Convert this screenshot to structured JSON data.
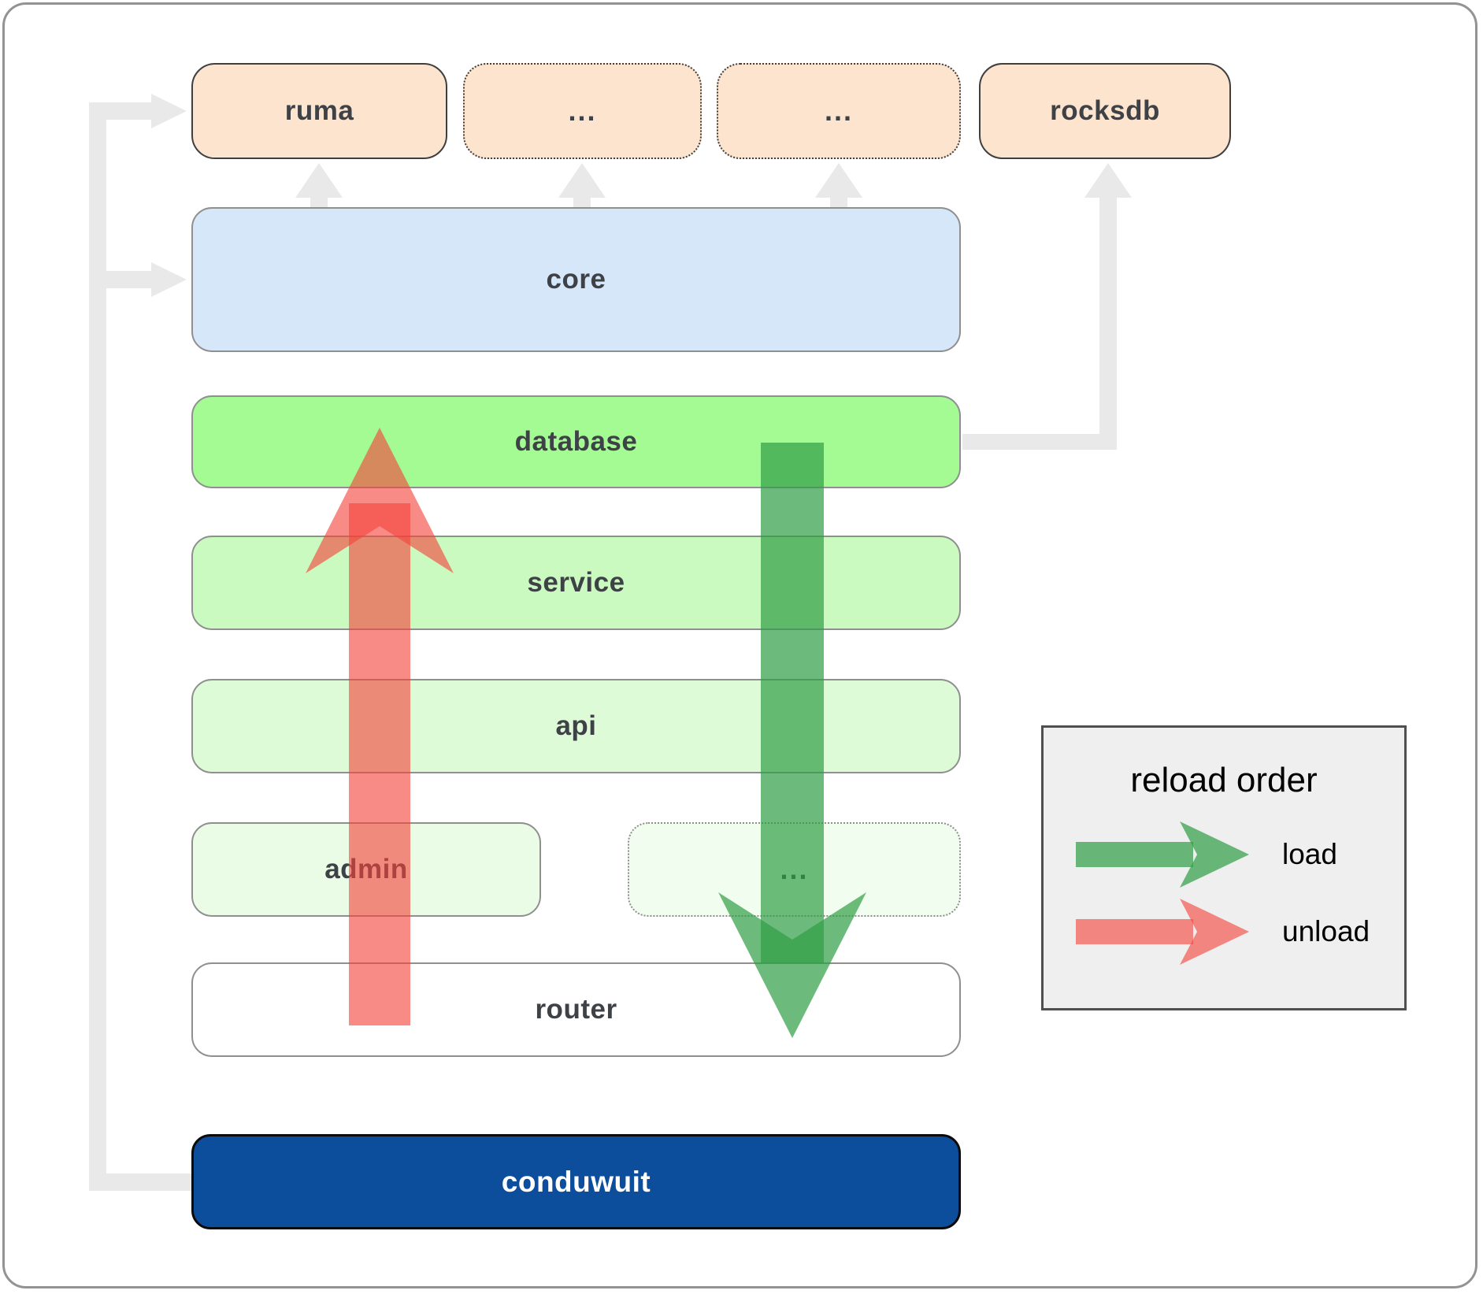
{
  "nodes": {
    "ruma": {
      "label": "ruma"
    },
    "ellipsis_top_1": {
      "label": "..."
    },
    "ellipsis_top_2": {
      "label": "..."
    },
    "rocksdb": {
      "label": "rocksdb"
    },
    "core": {
      "label": "core"
    },
    "database": {
      "label": "database"
    },
    "service": {
      "label": "service"
    },
    "api": {
      "label": "api"
    },
    "admin": {
      "label": "admin"
    },
    "ellipsis_middle": {
      "label": "..."
    },
    "router": {
      "label": "router"
    },
    "conduwuit": {
      "label": "conduwuit"
    }
  },
  "legend": {
    "title": "reload order",
    "items": [
      {
        "id": "load",
        "label": "load",
        "color": "#2f9e44"
      },
      {
        "id": "unload",
        "label": "unload",
        "color": "#f4433c"
      }
    ]
  },
  "colors": {
    "load_arrow": "#2f9e44",
    "unload_arrow": "#f4433c",
    "connector_gray": "#e9e9e9",
    "peach_box": "#fce4cf",
    "core_box": "#d5e7f9",
    "database_box": "#a4fa93",
    "service_box": "#cbfac0",
    "api_box": "#ddfbd6",
    "admin_box": "#ebfce6",
    "ellipsis_box": "#f1fdee",
    "router_box": "#ffffff",
    "conduwuit_box": "#0d4e9c",
    "legend_bg": "#efefef"
  }
}
